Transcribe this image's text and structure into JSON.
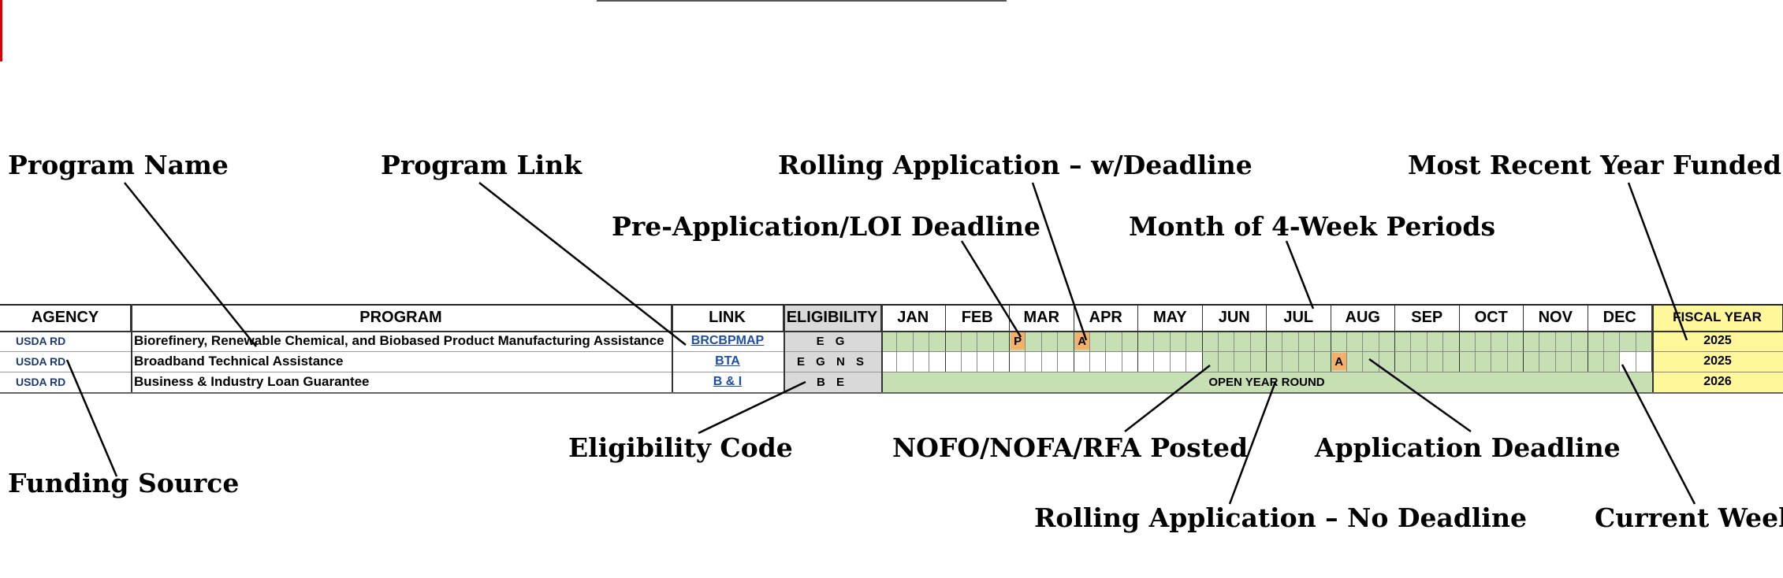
{
  "callouts": {
    "program_name": "Program Name",
    "program_link": "Program Link",
    "rolling_with_deadline": "Rolling Application – w/Deadline",
    "most_recent_year": "Most Recent Year Funded",
    "pre_application": "Pre-Application/LOI Deadline",
    "month_periods": "Month of 4-Week Periods",
    "eligibility_code": "Eligibility Code",
    "nofo_posted": "NOFO/NOFA/RFA Posted",
    "application_deadline": "Application Deadline",
    "funding_source": "Funding Source",
    "rolling_no_deadline": "Rolling Application – No Deadline",
    "current_week": "Current Week"
  },
  "table": {
    "headers": {
      "agency": "AGENCY",
      "program": "PROGRAM",
      "link": "LINK",
      "eligibility": "ELIGIBILITY",
      "fiscal_year": "FISCAL YEAR"
    },
    "months": [
      "JAN",
      "FEB",
      "MAR",
      "APR",
      "MAY",
      "JUN",
      "JUL",
      "AUG",
      "SEP",
      "OCT",
      "NOV",
      "DEC"
    ],
    "rows": [
      {
        "agency": "USDA RD",
        "program": "Biorefinery, Renewable Chemical, and Biobased Product Manufacturing Assistance",
        "link": "BRCBPMAP",
        "eligibility": "E G",
        "fiscal_year": "2025"
      },
      {
        "agency": "USDA RD",
        "program": "Broadband Technical Assistance",
        "link": "BTA",
        "eligibility": "E G N S",
        "fiscal_year": "2025"
      },
      {
        "agency": "USDA RD",
        "program": "Business & Industry Loan Guarantee",
        "link": "B & I",
        "eligibility": "B E",
        "fiscal_year": "2026",
        "open_label": "OPEN YEAR ROUND"
      }
    ],
    "markers": {
      "pre_application": "P",
      "application": "A"
    }
  },
  "colors": {
    "open_green": "#c6e0b4",
    "marker_orange": "#f4b16c",
    "fiscal_year_yellow": "#fff799",
    "eligibility_gray": "#d9d9d9",
    "current_week_red": "#e00000",
    "agency_text": "#1f3b6e",
    "link_text": "#1f4fa5"
  }
}
